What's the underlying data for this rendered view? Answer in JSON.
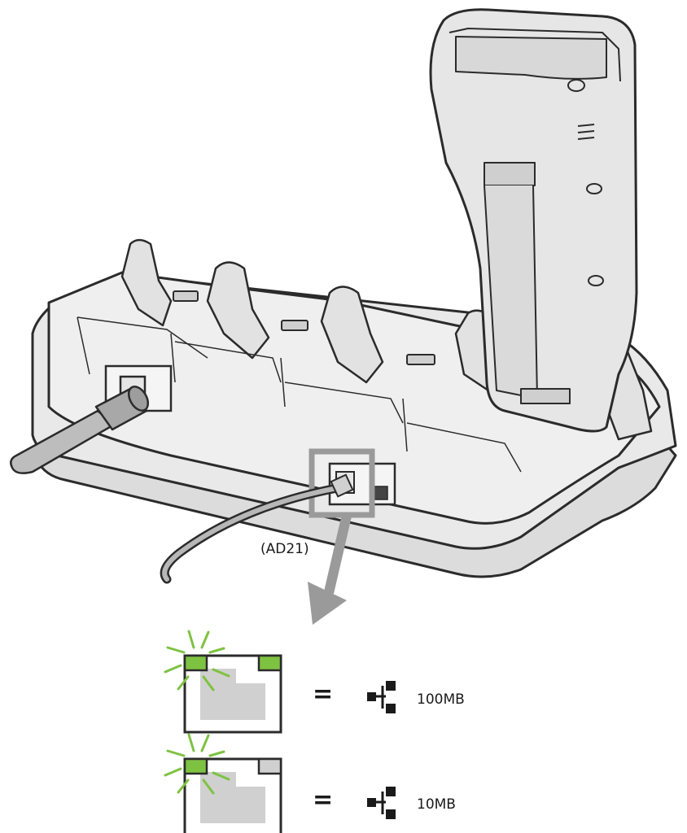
{
  "callout": {
    "label": "(AD21)"
  },
  "legend": [
    {
      "equals": "=",
      "speed": "100MB",
      "left_led": "blinking green",
      "right_led": "green"
    },
    {
      "equals": "=",
      "speed": "10MB",
      "left_led": "blinking green",
      "right_led": "off"
    }
  ],
  "colors": {
    "led_green": "#7ec242",
    "led_off": "#d0d0d0",
    "device_body": "#e6e6e6",
    "outline": "#2b2b2b",
    "callout_gray": "#9a9a9a",
    "port_gray": "#cccccc"
  },
  "icons": [
    "network-topology-icon",
    "blink-rays-icon",
    "ethernet-port-icon"
  ]
}
